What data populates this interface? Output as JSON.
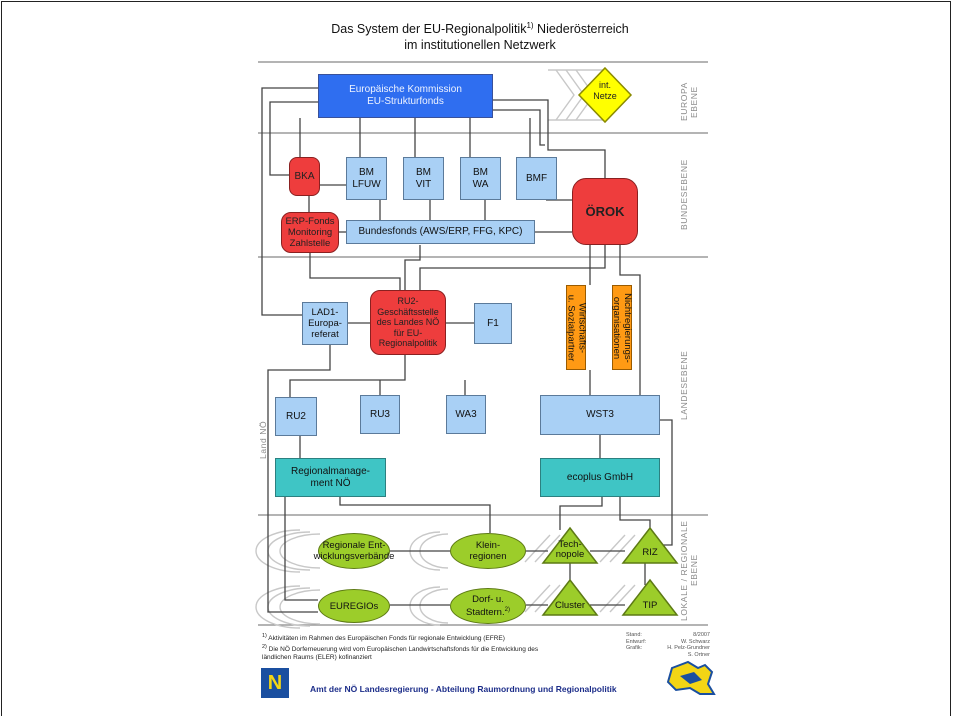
{
  "title": {
    "line1": "Das System der EU-Regionalpolitik",
    "footnote_ref": "1)",
    "line1_end": " Niederösterreich",
    "line2": "im institutionellen Netzwerk"
  },
  "levels": {
    "europa": "EUROPA EBENE",
    "bund": "BUNDESEBENE",
    "land": "LANDESEBENE",
    "lokal": "LOKALE / REGIONALE EBENE",
    "land_noe": "Land NÖ"
  },
  "nodes": {
    "eu": [
      "Europäische Kommission",
      "EU-Strukturfonds"
    ],
    "int_netze": [
      "int.",
      "Netze"
    ],
    "bka": "BKA",
    "bm_lfuw": [
      "BM",
      "LFUW"
    ],
    "bm_vit": [
      "BM",
      "VIT"
    ],
    "bm_wa": [
      "BM",
      "WA"
    ],
    "bmf": "BMF",
    "orok": "ÖROK",
    "erp": [
      "ERP-Fonds",
      "Monitoring",
      "Zahlstelle"
    ],
    "bundesfonds": "Bundesfonds (AWS/ERP, FFG, KPC)",
    "lad1": [
      "LAD1-",
      "Europa-",
      "referat"
    ],
    "ru2_gs": [
      "RU2-",
      "Geschäftsstelle",
      "des Landes NÖ",
      "für EU-",
      "Regionalpolitik"
    ],
    "f1": "F1",
    "wisozial": [
      "Wirtschafts-",
      "u. Sozialpartner"
    ],
    "ngo": [
      "Nichtregierungs-",
      "organisationen"
    ],
    "ru2": "RU2",
    "ru3": "RU3",
    "wa3": "WA3",
    "wst3": "WST3",
    "regionalmanagement": [
      "Regionalmanage-",
      "ment NÖ"
    ],
    "ecoplus": "ecoplus GmbH",
    "regionale_ev": [
      "Regionale Ent-",
      "wicklungsverbände"
    ],
    "kleinregionen": [
      "Klein-",
      "regionen"
    ],
    "euregios": "EUREGIOs",
    "dorf": [
      "Dorf- u.",
      "Stadtern."
    ],
    "dorf_sup": "2)",
    "technopole": [
      "Tech-",
      "nopole"
    ],
    "riz": "RIZ",
    "cluster": "Cluster",
    "tip": "TIP"
  },
  "footnotes": {
    "f1_mark": "1)",
    "f1": "Aktivitäten im Rahmen des Europäischen Fonds für regionale Entwicklung (EFRE)",
    "f2_mark": "2)",
    "f2a": "Die NÖ Dorferneuerung wird vom Europäischen Landwirtschaftsfonds für die Entwicklung des",
    "f2b": "ländlichen Raums (ELER) kofinanziert"
  },
  "credits": {
    "labels": [
      "Stand:",
      "Entwurf:",
      "Grafik:"
    ],
    "values": [
      "8/2007",
      "W. Schwarz",
      "H. Pelz-Grundner",
      "S. Ortner"
    ]
  },
  "footer": "Amt der NÖ Landesregierung - Abteilung Raumordnung und Regionalpolitik",
  "logo_letter": "N",
  "colors": {
    "eu_blue": "#2f6ef0",
    "light_blue": "#a9d0f5",
    "red": "#ee3d3d",
    "yellow": "#ffff00",
    "orange": "#ff9a14",
    "teal": "#3fc5c5",
    "green": "#9ccd2a"
  }
}
